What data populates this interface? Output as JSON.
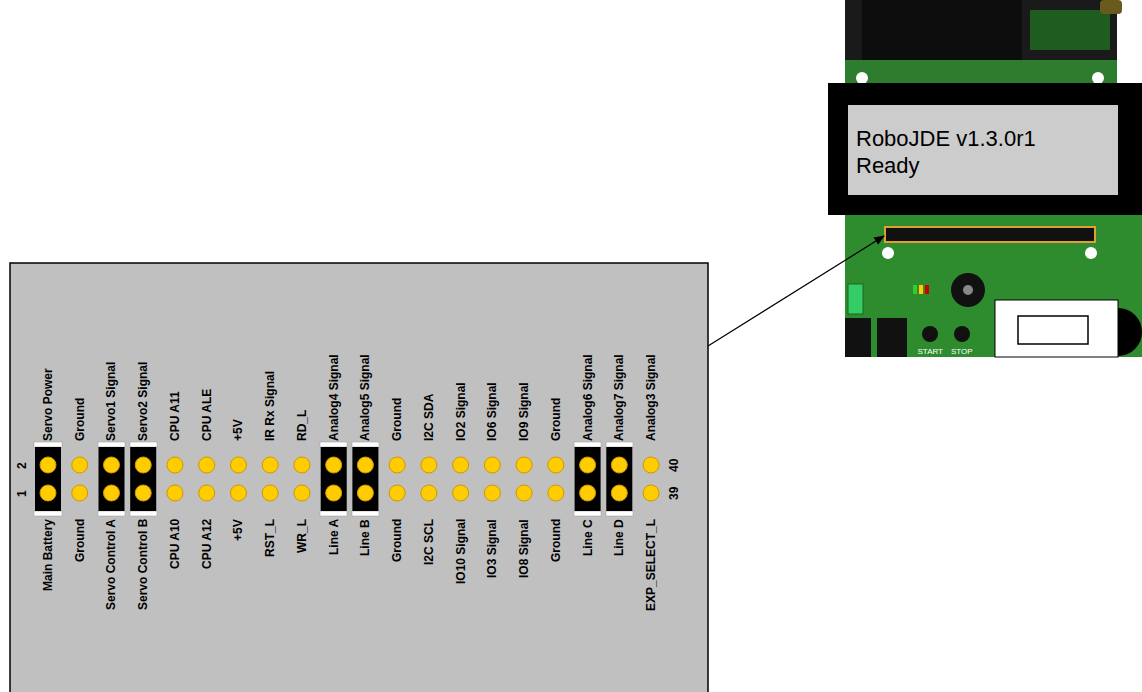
{
  "diagram": {
    "nodes": [
      {
        "text": [
          "RoboJDE v1.3.0r1",
          "Ready"
        ]
      }
    ],
    "labels": [
      "Servo Power",
      "Ground",
      "Servo1 Signal",
      "Servo2 Signal",
      "CPU A11",
      "CPU ALE",
      "+5V",
      "IR Rx Signal",
      "RD_L",
      "Analog4 Signal",
      "Analog5 Signal",
      "Ground",
      "I2C SDA",
      "IO2 Signal",
      "IO6 Signal",
      "IO9 Signal",
      "Ground",
      "Analog6 Signal",
      "Analog7 Signal",
      "Analog3 Signal",
      "Main Battery",
      "Ground",
      "Servo Control A",
      "Servo Control B",
      "CPU A10",
      "CPU A12",
      "+5V",
      "RST_L",
      "WR_L",
      "Line A",
      "Line B",
      "Ground",
      "I2C SCL",
      "IO10 Signal",
      "IO3 Signal",
      "IO8 Signal",
      "Ground",
      "Line C",
      "Line D",
      "EXP_SELECT_L",
      "2",
      "1",
      "40",
      "39",
      "START",
      "STOP"
    ]
  }
}
